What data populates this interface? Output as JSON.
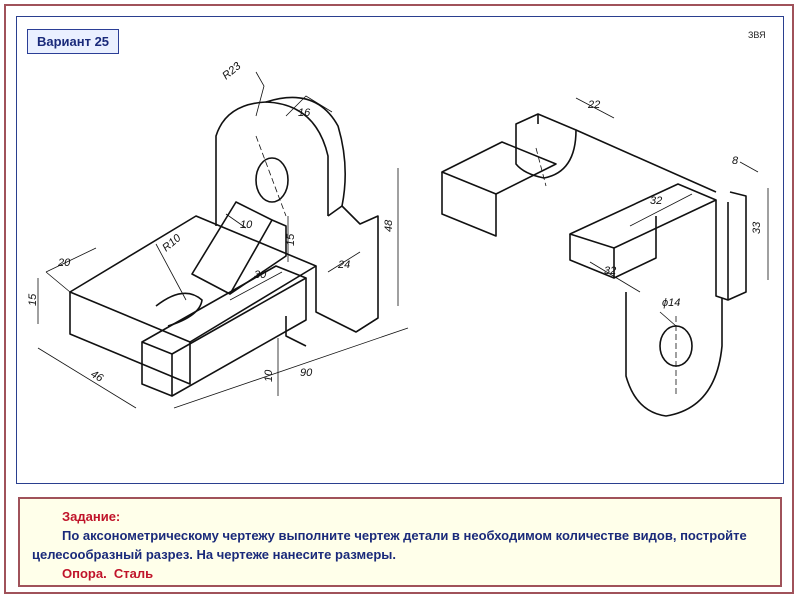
{
  "badge": {
    "variant": "Вариант 25"
  },
  "author": "ЗВЯ",
  "dims": {
    "left": {
      "r23": "R23",
      "d16": "16",
      "d20": "20",
      "d15a": "15",
      "r10": "R10",
      "d10a": "10",
      "d15b": "15",
      "d30": "30",
      "d48": "48",
      "d24": "24",
      "d46": "46",
      "d10b": "10",
      "d90": "90"
    },
    "right": {
      "d22": "22",
      "d8": "8",
      "d32a": "32",
      "d33": "33",
      "d32b": "32",
      "phi14": "ϕ14"
    }
  },
  "task": {
    "heading": "Задание:",
    "line1": "По аксонометрическому чертежу выполните чертеж детали в необходимом количестве видов, постройте",
    "line2": "целесообразный разрез. На чертеже нанесите размеры.",
    "part_label": "Опора.",
    "material": "Сталь"
  }
}
